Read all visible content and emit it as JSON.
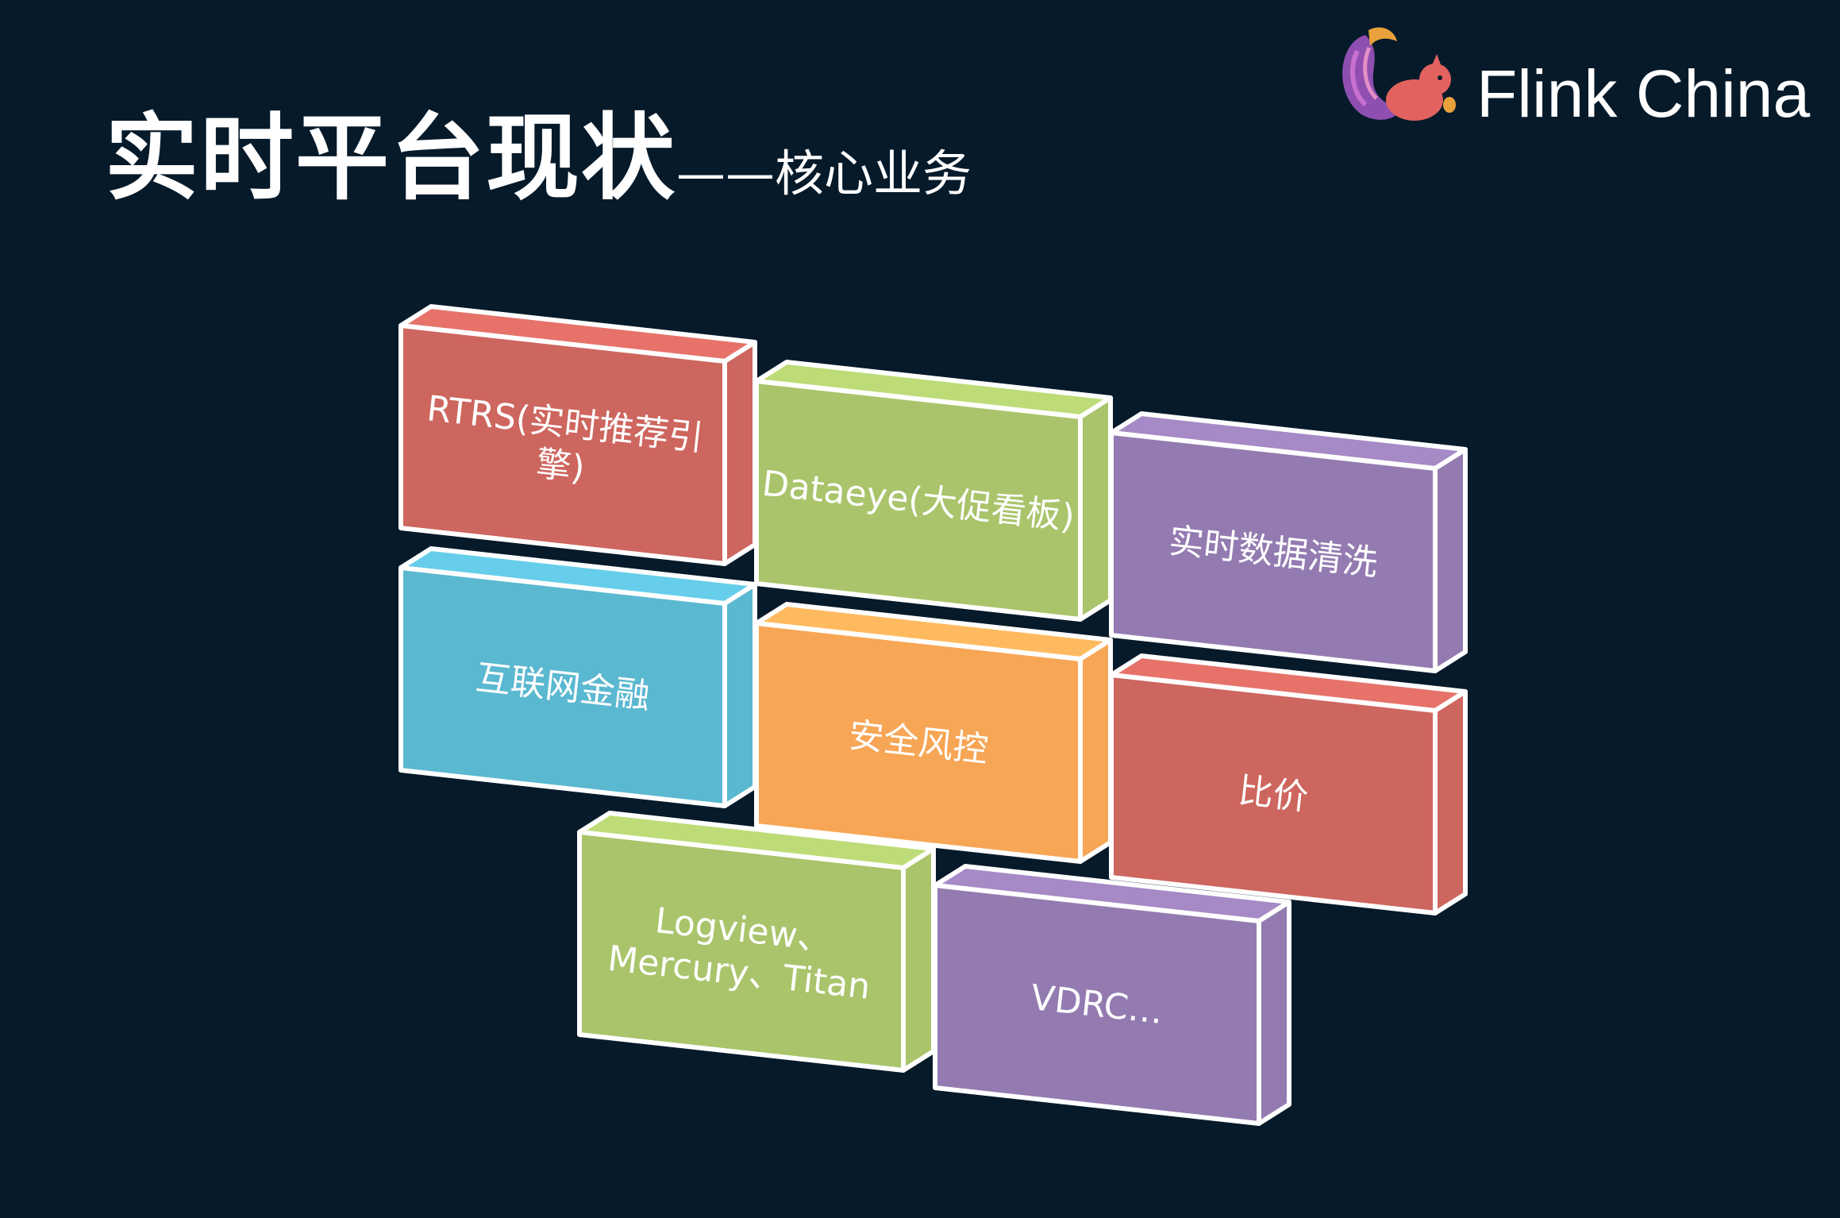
{
  "title": {
    "main": "实时平台现状",
    "sub": "——核心业务"
  },
  "logo": {
    "brand": "Flink China",
    "icon": "squirrel-icon"
  },
  "colors": {
    "background": "#061a2a",
    "red": "#cd665e",
    "green": "#a9c46b",
    "purple": "#937bb1",
    "blue": "#5bb8d1",
    "orange": "#f7a656"
  },
  "bricks": [
    {
      "id": "rtrs",
      "lines": [
        "RTRS(实时推荐引",
        "擎)"
      ],
      "color": "red"
    },
    {
      "id": "dataeye",
      "lines": [
        "Dataeye(大促看板)"
      ],
      "color": "green"
    },
    {
      "id": "data-cleaning",
      "lines": [
        "实时数据清洗"
      ],
      "color": "purple"
    },
    {
      "id": "internet-finance",
      "lines": [
        "互联网金融"
      ],
      "color": "blue"
    },
    {
      "id": "security-risk",
      "lines": [
        "安全风控"
      ],
      "color": "orange"
    },
    {
      "id": "price-compare",
      "lines": [
        "比价"
      ],
      "color": "red"
    },
    {
      "id": "logview",
      "lines": [
        "Logview、",
        "Mercury、Titan"
      ],
      "color": "green"
    },
    {
      "id": "vdrc",
      "lines": [
        "VDRC…"
      ],
      "color": "purple"
    }
  ]
}
